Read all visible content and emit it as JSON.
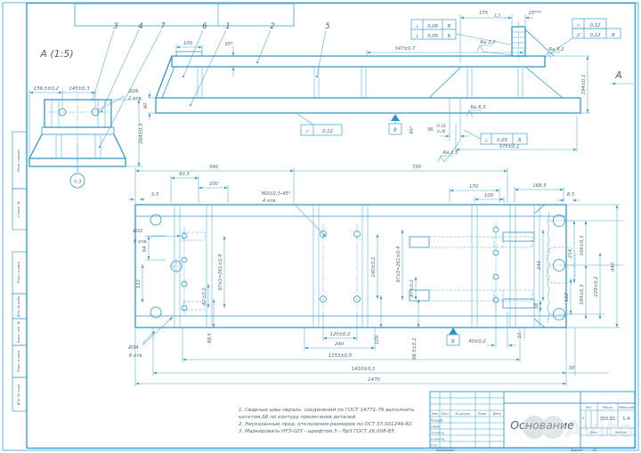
{
  "detail_a": {
    "title": "А (1:5)",
    "d156": "156,5±0,2",
    "d145": "145±0,3",
    "dia26": "Ø26",
    "dia26_qty": "2 отв.",
    "d264": "264±0,3",
    "ref": "п.3"
  },
  "balloons": {
    "b1": "1",
    "b2": "2",
    "b3": "3",
    "b4": "4",
    "b5": "5",
    "b6": "6",
    "b7": "7"
  },
  "front": {
    "d100": "100",
    "d35": "35*",
    "d347": "347±0,7",
    "d175": "175",
    "d175_tol": "-1,5",
    "d25": "25***",
    "d194": "194±0,1",
    "d40": "40",
    "d45": "45°",
    "d36": "36",
    "d36_up": "-0,18",
    "d36_dn": "-0,28",
    "d375": "375±0,1",
    "ra32a": "Ra 3,2",
    "ra32b": "Ra 3,2",
    "ra63": "Ra 6,3",
    "ra25": "Ra 2,5",
    "view_label": "А",
    "f1_sym": "⊥",
    "f1_val": "0,08",
    "f1_ref": "В",
    "f2_sym": "⊥",
    "f2_val": "0,08",
    "f2_ref": "Б",
    "f3_sym": "▱",
    "f3_val": "0,12",
    "f4_sym": "▱",
    "f4_val": "0,12",
    "f5_sym": "//",
    "f5_val": "0,12",
    "f5_ref": "В",
    "f6_sym": "⊥",
    "f6_val": "0,05",
    "f6_ref": "Б",
    "datum_v": "В"
  },
  "plan": {
    "d540": "540",
    "d730": "730",
    "d935": "93,5",
    "d100a": "100",
    "d35": "3,5",
    "m20": "M20/2,5-45°",
    "m20_qty": "4 отв.",
    "d170": "170",
    "d100b": "100",
    "d1685": "168,5",
    "d85": "8,5",
    "dia22": "Ø22",
    "dia22_qty": "8 отв.",
    "d94": "94",
    "d132": "132",
    "dia34": "Ø34",
    "dia34_qty": "6 отв.",
    "d87a": "87±0,2",
    "d261a": "87x3=261±0,4",
    "d240": "240±0,2",
    "d261b": "87x3=261±0,4",
    "d87b": "87±0,2",
    "d985a": "98,5",
    "d109": "109",
    "d985b": "98,5±0,2",
    "d40": "40±0,2",
    "d10a": "10",
    "d120": "120±0,2",
    "d240b": "240",
    "d1153": "1153±0,5",
    "d1410": "1410±0,3",
    "d1470": "1470",
    "d30": "30",
    "d244": "244",
    "d38": "38",
    "d122": "122",
    "d214": "214",
    "d166": "166±0,3",
    "d184": "184±0,3",
    "d229": "229±0,2",
    "d440": "440",
    "d10b": "10",
    "datum_b": "Б"
  },
  "notes": [
    "1. Сварные швы неразъ. соединений по ГОСТ 14771-76 выполнить",
    "катетом ∆6 по контуру прилегания деталей.",
    "2. Неуказанные пред. отклонения размеров по ОСТ 37.001246-82.",
    "3. Маркировать НТЗ-023 - шрифтом 5 - Пр3 ГОСТ 26.008-85."
  ],
  "title_block": {
    "name": "Основание",
    "col_izm": "Изм",
    "col_list": "Лист",
    "col_doc": "№ докум.",
    "col_sign": "Подп.",
    "col_date": "Дата",
    "row1": "Разраб.",
    "row2": "Пров.",
    "row3": "Т.контр.",
    "row4": "Н.контр.",
    "row5": "Утв.",
    "lit": "Лит.",
    "mass": "Масса",
    "scale": "Масштаб",
    "lit_val": "О",
    "mass_val": "350,81",
    "scale_val": "1:4",
    "sheet": "Лист",
    "sheets": "Листов",
    "copied": "Копировал",
    "format": "Формат",
    "format_val": "А2"
  },
  "frame_labels": [
    "Перв. примен.",
    "Справ. №",
    "Подп. и дата",
    "Инв. № дубл.",
    "Взам. инв. №",
    "Подп. и дата",
    "Инв. № подл."
  ],
  "watermark": "Avito"
}
